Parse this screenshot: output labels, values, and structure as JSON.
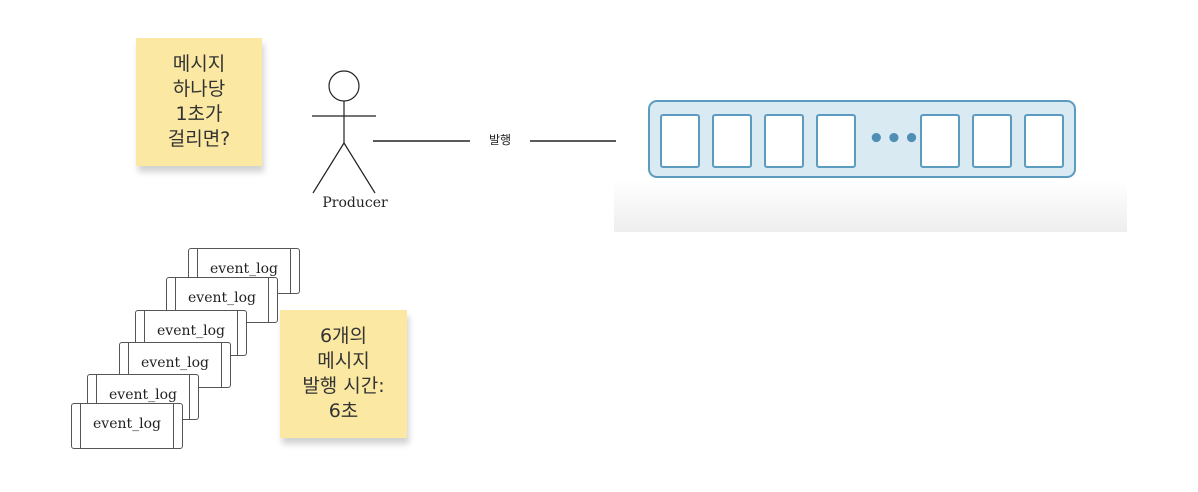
{
  "notes": {
    "top": "메시지\n하나당\n1초가\n걸리면?",
    "bottom": "6개의\n메시지\n발행 시간:\n6초"
  },
  "actor": {
    "label": "Producer"
  },
  "edge": {
    "label": "발행"
  },
  "queue": {
    "ellipsis": "•••"
  },
  "events": [
    "event_log",
    "event_log",
    "event_log",
    "event_log",
    "event_log",
    "event_log"
  ],
  "colors": {
    "sticky": "#fbe9a3",
    "queue_border": "#5b9bbf",
    "queue_fill": "#daeaf3"
  }
}
